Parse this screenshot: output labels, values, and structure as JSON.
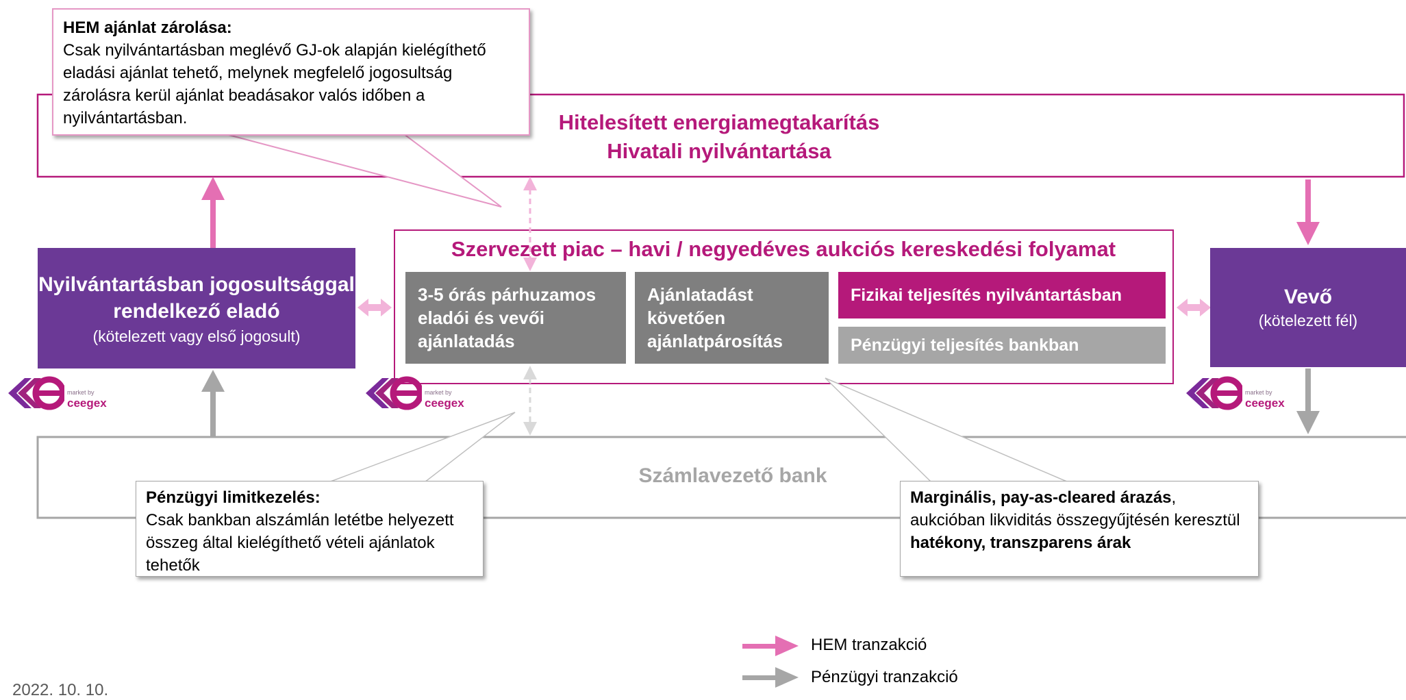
{
  "registry": {
    "title_line1": "Hitelesített energiamegtakarítás",
    "title_line2": "Hivatali nyilvántartása"
  },
  "bank": {
    "label": "Számlavezető bank"
  },
  "market": {
    "title": "Szervezett piac – havi / negyedéves aukciós kereskedési folyamat"
  },
  "seller": {
    "title": "Nyilvántartásban jogosultsággal rendelkező eladó",
    "subtitle": "(kötelezett vagy első jogosult)"
  },
  "buyer": {
    "title": "Vevő",
    "subtitle": "(kötelezett fél)"
  },
  "steps": [
    {
      "label": "3-5 órás párhuzamos eladói és vevői ajánlatadás",
      "color": "#7f7f7f"
    },
    {
      "label": "Ajánlatadást követően ajánlatpárosítás",
      "color": "#7f7f7f"
    },
    {
      "label": "Fizikai teljesítés nyilvántartásban",
      "color": "#b5197a"
    },
    {
      "label": "Pénzügyi teljesítés bankban",
      "color": "#a6a6a6"
    }
  ],
  "callouts": {
    "hem": {
      "title": "HEM ajánlat zárolása:",
      "body": "Csak nyilvántartásban meglévő GJ-ok alapján kielégíthető eladási ajánlat tehető, melynek megfelelő jogosultság zárolásra kerül ajánlat beadásakor valós időben a nyilvántartásban."
    },
    "limit": {
      "title": "Pénzügyi limitkezelés:",
      "body": "Csak bankban alszámlán letétbe helyezett összeg által kielégíthető vételi ajánlatok tehetők"
    },
    "pricing": {
      "bold1": "Marginális, pay-as-cleared árazás",
      "text1": ", aukcióban likviditás összegyűjtésén keresztül ",
      "bold2": "hatékony, transzparens árak"
    }
  },
  "logo": {
    "small": "market by",
    "name": "ceegex"
  },
  "legend": [
    {
      "label": "HEM tranzakció",
      "color": "#e46fb3"
    },
    {
      "label": "Pénzügyi tranzakció",
      "color": "#a6a6a6"
    }
  ],
  "date": "2022. 10. 10.",
  "colors": {
    "magenta": "#b5197a",
    "purple": "#6b3996",
    "pink_arrow": "#e46fb3",
    "gray": "#a6a6a6"
  }
}
